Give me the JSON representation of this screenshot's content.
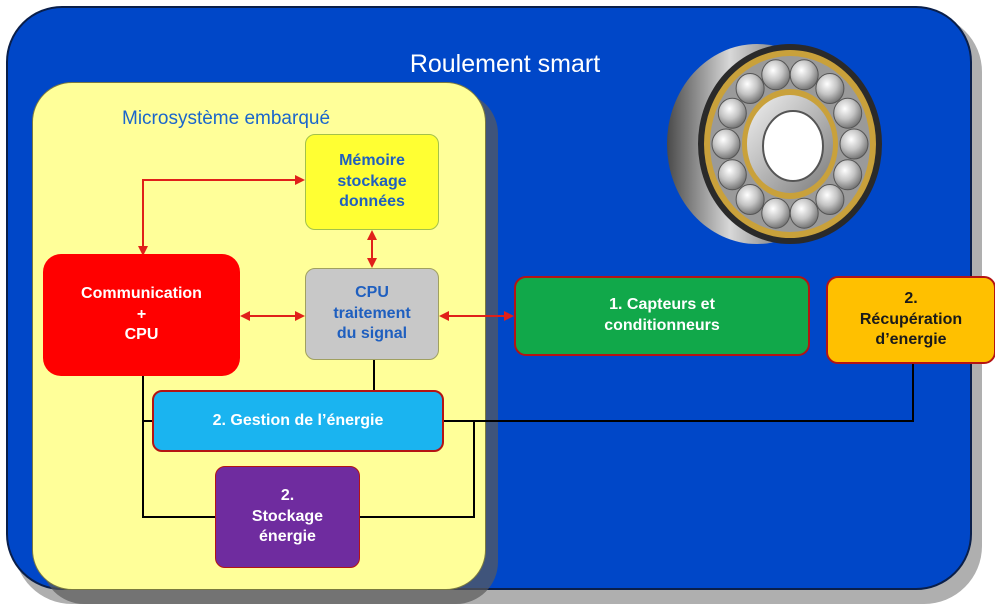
{
  "title": "Roulement smart",
  "subsystem_label": "Microsystème embarqué",
  "blocks": {
    "memoire": "Mémoire\nstockage\ndonnées",
    "communication": "Communication\n+\nCPU",
    "cpu": "CPU\ntraitement\ndu signal",
    "capteurs": "1. Capteurs et\nconditionneurs",
    "recuperation": "2.\nRécupération\nd’energie",
    "gestion": "2. Gestion de l’énergie",
    "stockage": "2.\nStockage\nénergie"
  },
  "image": "bearing-illustration",
  "colors": {
    "background": "#0047c8",
    "subsystem": "#ffff99",
    "communication": "#ff0000",
    "memoire": "#ffff33",
    "cpu": "#c8c8c8",
    "capteurs": "#11a84a",
    "recuperation": "#ffc000",
    "gestion": "#1ab4f0",
    "stockage": "#6f2c9f",
    "data_arrow": "#e0201a",
    "power_line": "#000000"
  }
}
